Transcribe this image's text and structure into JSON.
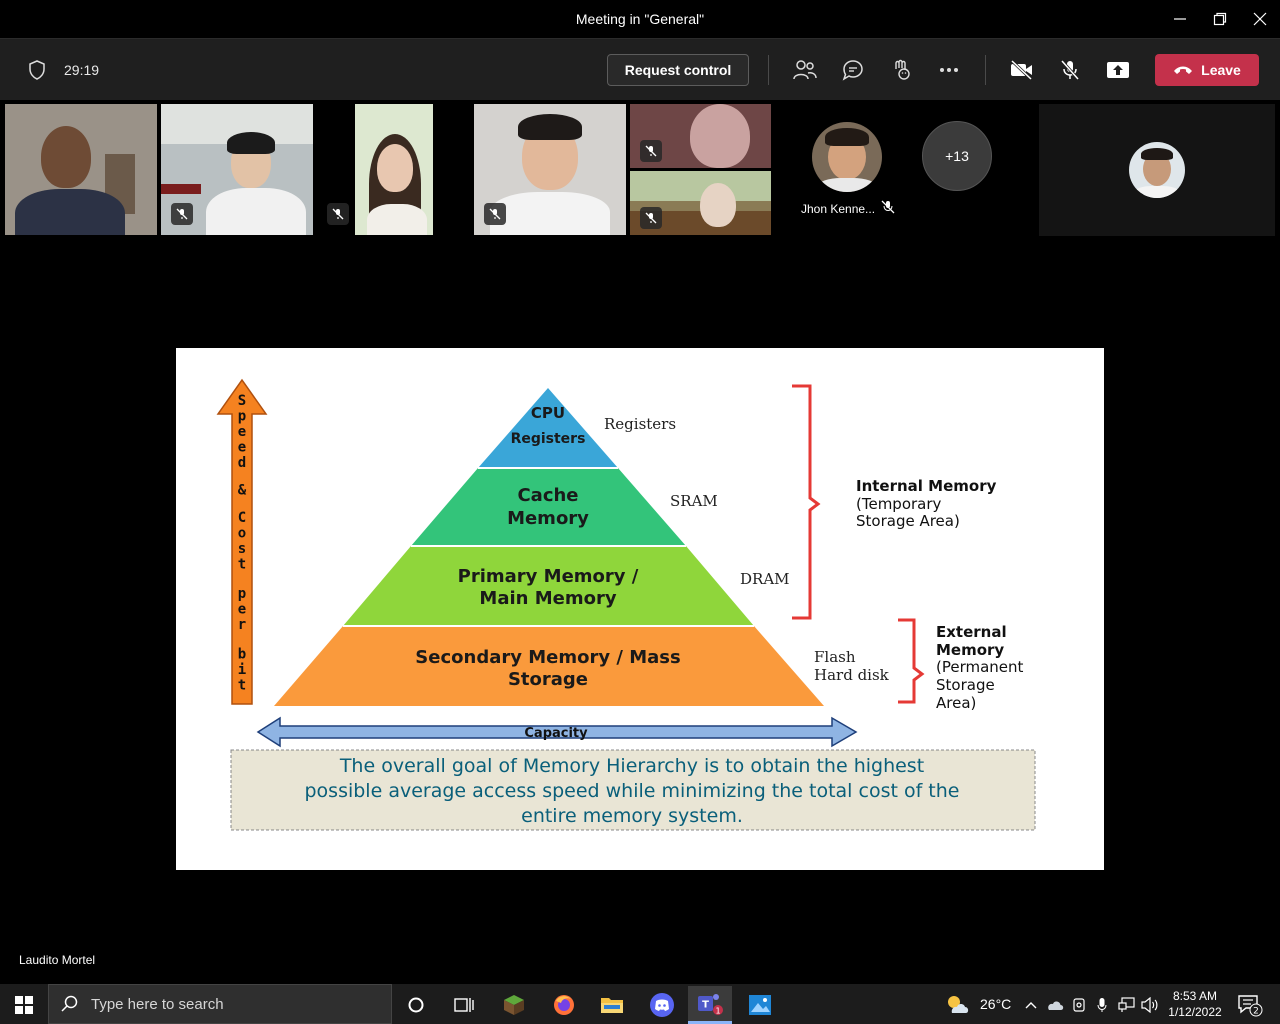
{
  "window": {
    "title": "Meeting in \"General\""
  },
  "toolbar": {
    "timer": "29:19",
    "request_control_label": "Request control",
    "leave_label": "Leave",
    "icons": [
      "shield-icon",
      "people-icon",
      "chat-icon",
      "reactions-icon",
      "more-icon",
      "camera-off-icon",
      "mic-off-icon",
      "share-icon",
      "phone-icon"
    ]
  },
  "participants": {
    "named_tile": "Jhon Kenne...",
    "overflow_count": "+13"
  },
  "slide": {
    "pyramid_levels": [
      {
        "label_line1": "CPU",
        "label_line2": "Registers",
        "side_label": "Registers",
        "color": "#3aa6d8"
      },
      {
        "label_line1": "Cache",
        "label_line2": "Memory",
        "side_label": "SRAM",
        "color": "#33c47a"
      },
      {
        "label_line1": "Primary Memory /",
        "label_line2": "Main Memory",
        "side_label": "DRAM",
        "color": "#8fd63b"
      },
      {
        "label_line1": "Secondary Memory / Mass",
        "label_line2": "Storage",
        "side_label_line1": "Flash",
        "side_label_line2": "Hard disk",
        "color": "#fa9a3c"
      }
    ],
    "vertical_arrow_letters": [
      "S",
      "p",
      "e",
      "e",
      "d",
      "&",
      "C",
      "o",
      "s",
      "t",
      "p",
      "e",
      "r",
      "b",
      "i",
      "t"
    ],
    "capacity_label": "Capacity",
    "internal": {
      "title": "Internal Memory",
      "line1": "(Temporary",
      "line2": "Storage Area)"
    },
    "external": {
      "title1": "External",
      "title2": "Memory",
      "line1": "(Permanent",
      "line2": "Storage",
      "line3": "Area)"
    },
    "goal_line1": "The overall goal of Memory Hierarchy is to obtain the highest",
    "goal_line2": "possible average access speed while minimizing the total cost of the",
    "goal_line3": "entire memory system."
  },
  "presenter_name": "Laudito Mortel",
  "taskbar": {
    "search_placeholder": "Type here to search",
    "temperature": "26°C",
    "time": "8:53 AM",
    "date": "1/12/2022",
    "notification_count": "2",
    "teams_badge": "1"
  },
  "colors": {
    "leave": "#c4314b",
    "accent_red": "#e53935",
    "slide_text_teal": "#0a5f7a"
  }
}
